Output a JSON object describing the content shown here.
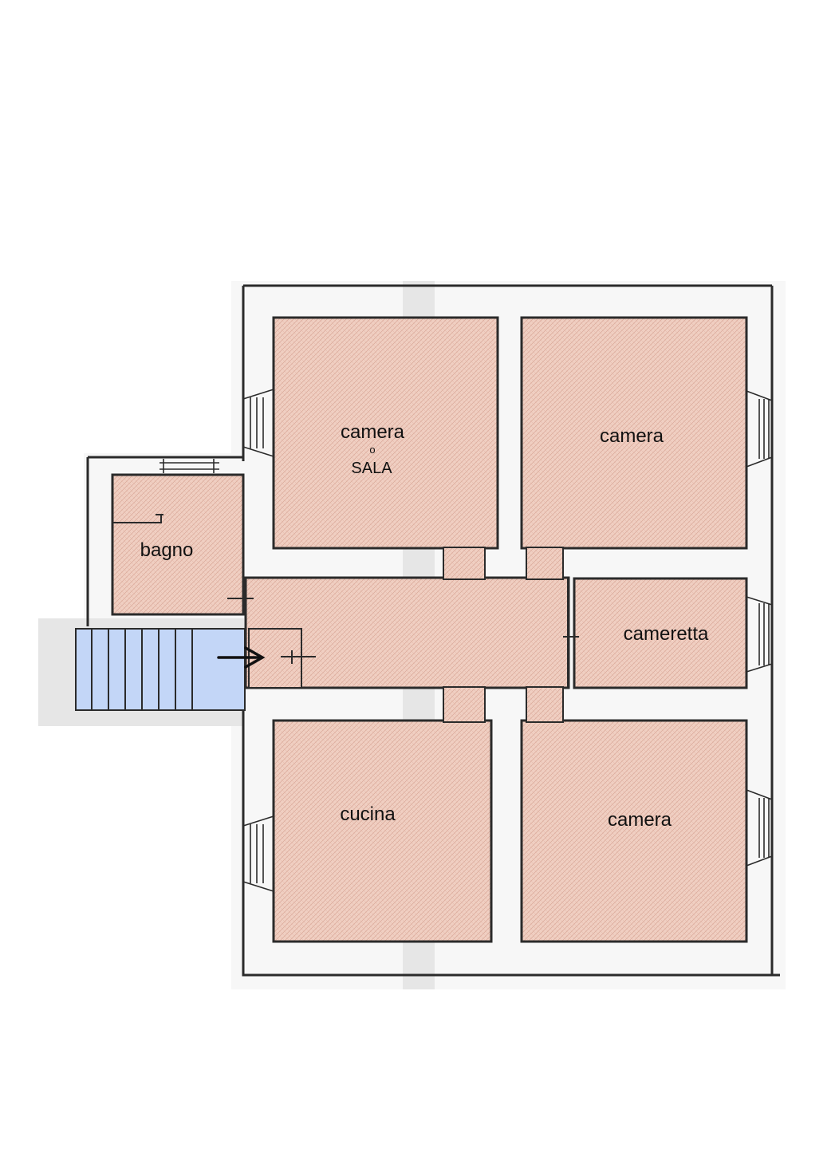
{
  "floorplan": {
    "colors": {
      "room_fill": "#f0cfc2",
      "room_hatch": "#d9a898",
      "wall": "#2b2b2b",
      "paper": "#f7f7f7",
      "stair_fill": "#c3d6f7",
      "stair_backdrop": "#e6e6e6"
    },
    "rooms": {
      "sala": {
        "label": "camera",
        "connector": "o",
        "sublabel": "SALA"
      },
      "camera_top": {
        "label": "camera"
      },
      "bagno": {
        "label": "bagno"
      },
      "cameretta": {
        "label": "cameretta"
      },
      "cucina": {
        "label": "cucina"
      },
      "camera_bottom": {
        "label": "camera"
      }
    },
    "icons": {
      "entrance": "arrow-right-icon",
      "stairs": "stairs-icon"
    }
  }
}
